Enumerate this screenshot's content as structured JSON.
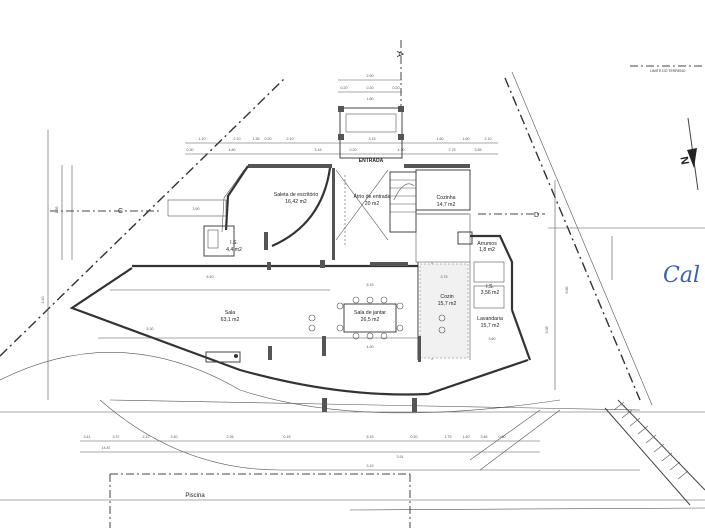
{
  "rooms": {
    "entrance": "ENTRADA",
    "study_name": "Saleta de escritório",
    "study_area": "16,42 m2",
    "hall_name": "Átrio de entrada",
    "hall_area": "20 m2",
    "closet_name": "Cozinha",
    "closet_area": "14,7 m2",
    "living_name": "Sala",
    "living_area": "63,1 m2",
    "dining_name": "Sala de jantar",
    "dining_area": "26,5 m2",
    "kitchen_name": "Cozin",
    "kitchen_area": "15,7 m2",
    "laundry_name": "Lavandaria",
    "laundry_area": "15,7 m2",
    "wc_name": "I.S.",
    "wc_area": "4,4 m2",
    "wc2_name": "I.S.",
    "wc2_area": "3,56 m2",
    "storage_name": "Arrumos",
    "storage_area": "1,8 m2",
    "pool": "Piscina"
  },
  "markers": {
    "section_top": "A",
    "section_left": "C",
    "section_right": "D",
    "north": "N",
    "boundary_note": "LIMITE DO TERRENO",
    "handwriting": "Cal"
  },
  "dimensions": {
    "top_1": "2.90",
    "top_2a": "0.20",
    "top_2b": "0.20",
    "top_2c": "0.20",
    "top_3": "1.80",
    "row_a": [
      "1.10",
      "2.10",
      "1.35",
      "0.20",
      "2.10",
      "3.15",
      "1.60",
      "1.60",
      "2.10"
    ],
    "row_b": [
      "0.30",
      "4.80",
      "3.15",
      "0.20",
      "4.10",
      "2.75",
      "3.55"
    ],
    "bottom_a": [
      "3.41",
      "3.37",
      "2.12",
      "3.40",
      "2.26",
      "0.15",
      "5.15",
      "0.20",
      "1.75",
      "1.40",
      "3.46",
      "0.60"
    ],
    "bottom_total": "14.87",
    "bottom_b": "3.91",
    "bottom_c": "3.19",
    "left_a": "3.40",
    "left_b": "1.95",
    "right_a": "5.80",
    "right_b": "3.08",
    "living_w": "6.40",
    "living_d": "5.30",
    "dining_w": "5.15",
    "dining_d": "4.30",
    "study_w": "3.90",
    "kitchen_w": "3.75",
    "laundry_w": "3.60"
  }
}
